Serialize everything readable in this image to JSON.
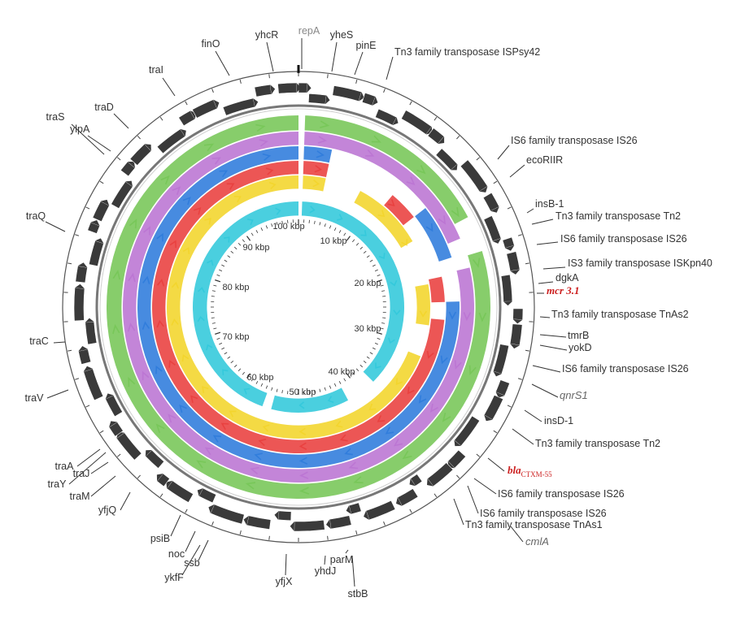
{
  "map": {
    "origin_label": "repA",
    "scale_labels": [
      "100 kbp",
      "10 kbp",
      "20 kbp",
      "30 kbp",
      "40 kbp",
      "50 kbp",
      "60 kbp",
      "70 kbp",
      "80 kbp",
      "90 kbp"
    ],
    "ring_colors": [
      "#22c5d8",
      "#f2d21b",
      "#e8312f",
      "#1f72d9",
      "#b66ad0",
      "#6cc24a"
    ],
    "gene_arrow_color": "#3a3a3a"
  },
  "labels": [
    {
      "text": "repA",
      "style": "gray"
    },
    {
      "text": "yhcR"
    },
    {
      "text": "yheS"
    },
    {
      "text": "pinE"
    },
    {
      "text": "finO"
    },
    {
      "text": "Tn3 family transposase ISPsy42"
    },
    {
      "text": "traI"
    },
    {
      "text": "traD"
    },
    {
      "text": "traS"
    },
    {
      "text": "ylpA"
    },
    {
      "text": "IS6 family transposase IS26"
    },
    {
      "text": "ecoRIIR"
    },
    {
      "text": "insB-1"
    },
    {
      "text": "Tn3 family transposase Tn2"
    },
    {
      "text": "traQ"
    },
    {
      "text": "IS6 family transposase IS26"
    },
    {
      "text": "IS3 family transposase ISKpn40"
    },
    {
      "text": "dgkA"
    },
    {
      "text": "mcr 3.1",
      "style": "red"
    },
    {
      "text": "Tn3 family transposase TnAs2"
    },
    {
      "text": "tmrB"
    },
    {
      "text": "traC"
    },
    {
      "text": "yokD"
    },
    {
      "text": "IS6 family transposase IS26"
    },
    {
      "text": "qnrS1",
      "style": "gray"
    },
    {
      "text": "traV"
    },
    {
      "text": "insD-1"
    },
    {
      "text": "Tn3 family transposase Tn2"
    },
    {
      "text": "traA"
    },
    {
      "text": "traY"
    },
    {
      "text": "traJ"
    },
    {
      "text": "traM"
    },
    {
      "text": "bla",
      "sub": "CTXM-55",
      "style": "red"
    },
    {
      "text": "IS6 family transposase IS26"
    },
    {
      "text": "yfjQ"
    },
    {
      "text": "IS6 family transposase IS26"
    },
    {
      "text": "Tn3 family transposase TnAs1"
    },
    {
      "text": "cmlA",
      "style": "gray"
    },
    {
      "text": "psiB"
    },
    {
      "text": "noc"
    },
    {
      "text": "ssb"
    },
    {
      "text": "ykfF"
    },
    {
      "text": "yfjX"
    },
    {
      "text": "yhdJ"
    },
    {
      "text": "parM"
    },
    {
      "text": "stbB"
    }
  ]
}
